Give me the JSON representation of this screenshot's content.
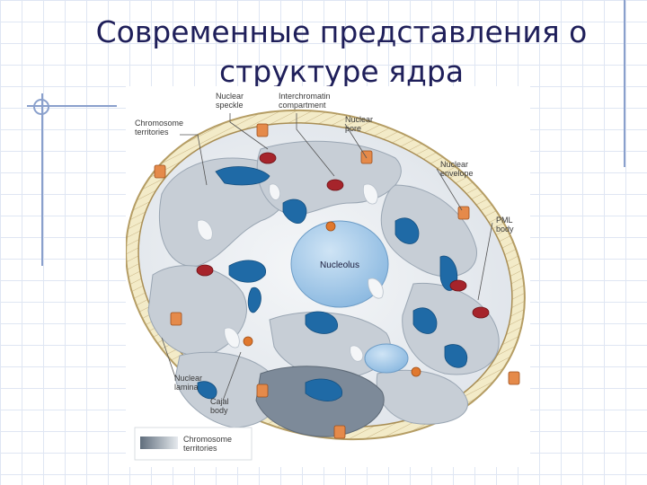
{
  "title": {
    "line1": "Современные представления о",
    "line2": "структуре ядра"
  },
  "labels": {
    "nuclear_speckle": [
      "Nuclear",
      "speckle"
    ],
    "interchromatin": [
      "Interchromatin",
      "compartment"
    ],
    "chromosome_territories": [
      "Chromosome",
      "territories"
    ],
    "nuclear_pore": [
      "Nuclear",
      "pore"
    ],
    "nuclear_envelope": [
      "Nuclear",
      "envelope"
    ],
    "pml_body": [
      "PML",
      "body"
    ],
    "nucleolus": "Nucleolus",
    "nuclear_lamina": [
      "Nuclear",
      "lamina"
    ],
    "cajal_body": [
      "Cajal",
      "body"
    ],
    "legend": [
      "Chromosome",
      "territories"
    ]
  },
  "colors": {
    "title": "#1f1f5a",
    "envelope": "#f3ebc8",
    "lamina": "#c9b585",
    "territory": "#c7ced6",
    "territory_dark": "#7d8a99",
    "interchromatin": "#eef1f4",
    "speckle": "#1f6aa6",
    "nucleolus": "#a9cdea",
    "pml": "#a6242b",
    "cajal": "#e0782e",
    "pore": "#e58a4a"
  }
}
